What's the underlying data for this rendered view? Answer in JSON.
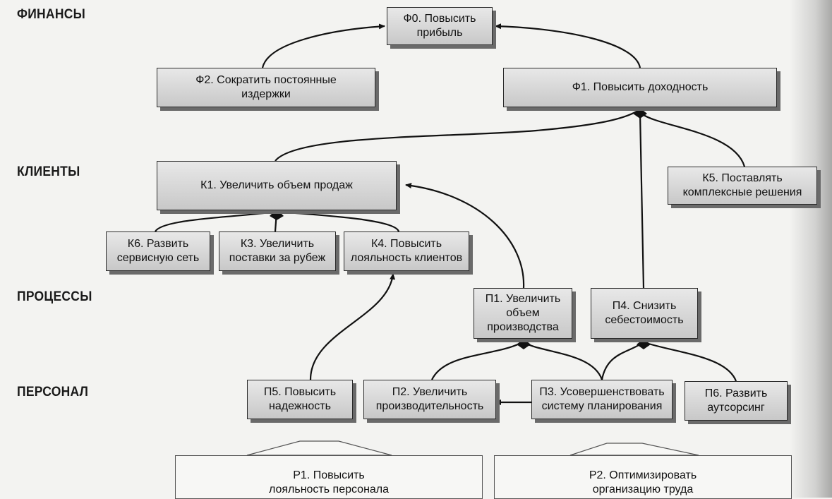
{
  "levels": {
    "finance": "ФИНАНСЫ",
    "clients": "КЛИЕНТЫ",
    "processes": "ПРОЦЕССЫ",
    "personnel": "ПЕРСОНАЛ"
  },
  "nodes": {
    "f0": "Ф0. Повысить\nприбыль",
    "f1": "Ф1. Повысить доходность",
    "f2": "Ф2. Сократить постоянные\nиздержки",
    "k1": "К1. Увеличить объем продаж",
    "k3": "К3. Увеличить\nпоставки за рубеж",
    "k4": "К4. Повысить\nлояльность клиентов",
    "k5": "К5. Поставлять\nкомплексные решения",
    "k6": "К6. Развить\nсервисную сеть",
    "p1": "П1. Увеличить\nобъем\nпроизводства",
    "p2": "П2. Увеличить\nпроизводительность",
    "p3": "П3. Усовершенствовать\nсистему планирования",
    "p4": "П4. Снизить\nсебестоимость",
    "p5": "П5. Повысить\nнадежность",
    "p6": "П6. Развить\nаутсорсинг",
    "r1": "Р1. Повысить\nлояльность персонала",
    "r2": "Р2. Оптимизировать\nорганизацию труда"
  },
  "colors": {
    "box_top": "#e8e8e8",
    "box_bottom": "#c8c8c8",
    "line": "#111111",
    "background": "#f3f3f1"
  }
}
